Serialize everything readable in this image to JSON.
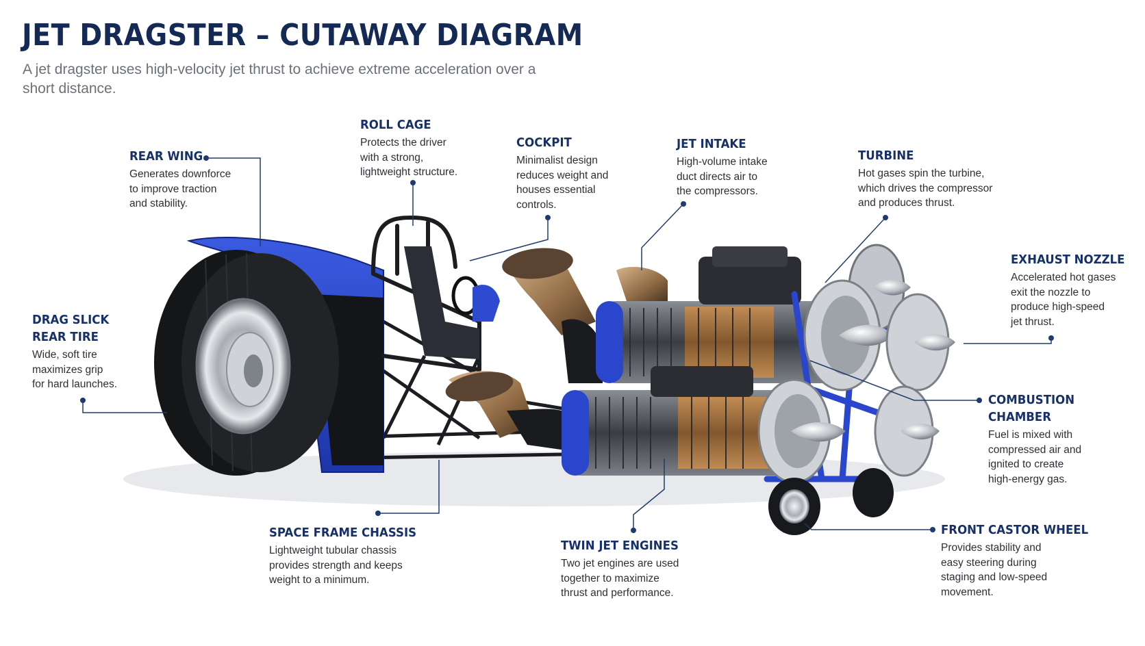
{
  "title": "JET DRAGSTER – CUTAWAY DIAGRAM",
  "subtitle": "A jet dragster uses high-velocity jet thrust to achieve extreme acceleration over a short distance.",
  "colors": {
    "title": "#142a55",
    "accent_blue": "#2b47c8",
    "leader": "#1f3b6e",
    "copper": "#b07a3e"
  },
  "callouts": {
    "rear_wing": {
      "title": "REAR WING",
      "desc": "Generates downforce\nto improve traction\nand stability."
    },
    "roll_cage": {
      "title": "ROLL CAGE",
      "desc": "Protects the driver\nwith a strong,\nlightweight structure."
    },
    "cockpit": {
      "title": "COCKPIT",
      "desc": "Minimalist design\nreduces weight and\nhouses essential\ncontrols."
    },
    "jet_intake": {
      "title": "JET INTAKE",
      "desc": "High-volume intake\nduct directs air to\nthe compressors."
    },
    "turbine": {
      "title": "TURBINE",
      "desc": "Hot gases spin the turbine,\nwhich drives the compressor\nand produces thrust."
    },
    "exhaust_nozzle": {
      "title": "EXHAUST NOZZLE",
      "desc": "Accelerated hot gases\nexit the nozzle to\nproduce high-speed\njet thrust."
    },
    "drag_slick": {
      "title": "DRAG SLICK\nREAR TIRE",
      "desc": "Wide, soft tire\nmaximizes grip\nfor hard launches."
    },
    "combustion_chamber": {
      "title": "COMBUSTION CHAMBER",
      "desc": "Fuel is mixed with\ncompressed air and\nignited to create\nhigh-energy gas."
    },
    "space_frame": {
      "title": "SPACE FRAME CHASSIS",
      "desc": "Lightweight tubular chassis\nprovides strength and keeps\nweight to a minimum."
    },
    "twin_jet": {
      "title": "TWIN JET ENGINES",
      "desc": "Two jet engines are used\ntogether to maximize\nthrust and performance."
    },
    "front_castor": {
      "title": "FRONT CASTOR WHEEL",
      "desc": "Provides stability and\neasy steering during\nstaging and low-speed\nmovement."
    }
  }
}
